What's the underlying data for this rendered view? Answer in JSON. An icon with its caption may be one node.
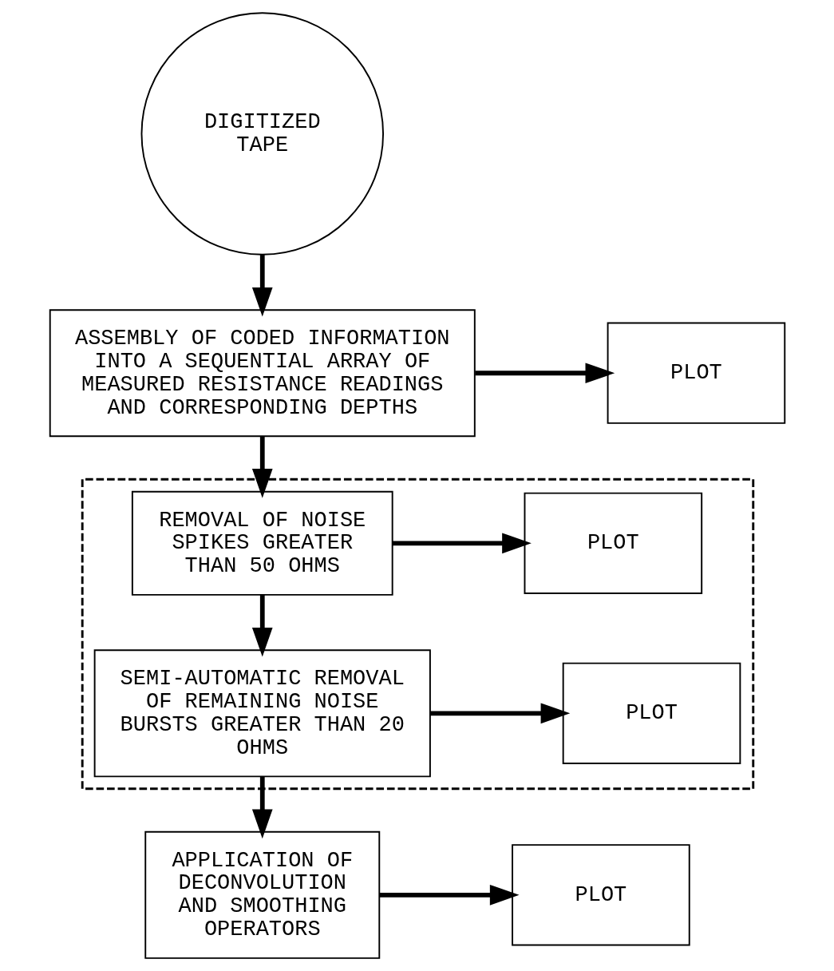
{
  "diagram": {
    "nodes": [
      {
        "text": [
          "DIGITIZED TAPE"
        ]
      },
      {
        "text": [
          "ASSEMBLY OF CODED INFORMATION INTO A SEQUENTIAL ARRAY OF MEASURED RESISTANCE READINGS AND CORRESPONDING DEPTHS"
        ]
      },
      {
        "text": [
          "PLOT"
        ]
      },
      {
        "text": [],
        "shape": "box"
      },
      {
        "text": [
          "REMOVAL OF NOISE SPIKES GREATER THAN 50 OHMS"
        ],
        "in": 3
      },
      {
        "text": [
          "PLOT"
        ],
        "in": 3
      },
      {
        "text": [
          "SEMI-AUTOMATIC REMOVAL OF REMAINING NOISE BURSTS GREATER THAN 20 OHMS"
        ],
        "in": 3
      },
      {
        "text": [
          "PLOT"
        ],
        "in": 3
      },
      {
        "text": [
          "APPLICATION OF DECONVOLUTION AND SMOOTHING OPERATORS"
        ]
      },
      {
        "text": [
          "PLOT"
        ]
      }
    ],
    "edges": [
      {
        "from": 0,
        "to": 1,
        "arrow": "to"
      },
      {
        "from": 1,
        "to": 2,
        "arrow": "to"
      },
      {
        "from": 1,
        "to": 4,
        "arrow": "to"
      },
      {
        "from": 4,
        "to": 5,
        "arrow": "to"
      },
      {
        "from": 4,
        "to": 6,
        "arrow": "to"
      },
      {
        "from": 6,
        "to": 7,
        "arrow": "to"
      },
      {
        "from": 6,
        "to": 8,
        "arrow": "to"
      },
      {
        "from": 8,
        "to": 9,
        "arrow": "to"
      }
    ]
  }
}
